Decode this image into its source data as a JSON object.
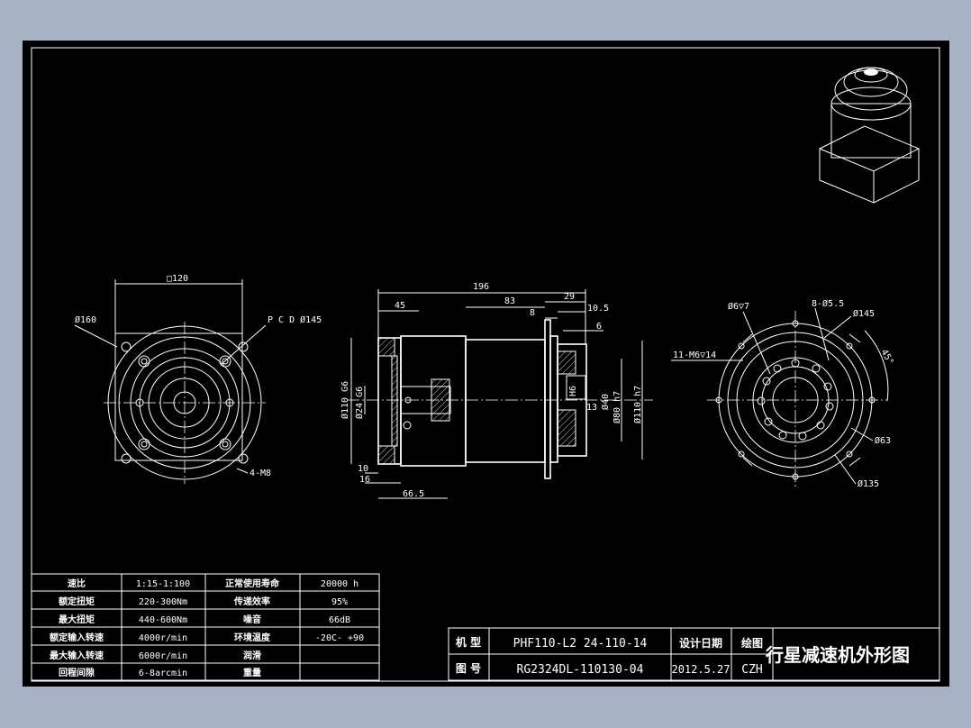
{
  "front_view": {
    "dim_square": "□120",
    "dim_dia_160": "Ø160",
    "dim_pcd": "P C D Ø145",
    "dim_holes": "4-M8"
  },
  "side_view": {
    "dim_196": "196",
    "dim_45": "45",
    "dim_83": "83",
    "dim_29": "29",
    "dim_8": "8",
    "dim_10_5": "10.5",
    "dim_6": "6",
    "dim_110_g6": "Ø110 G6",
    "dim_24_g6": "Ø24 G6",
    "dim_h6": "H6",
    "dim_40": "Ø40",
    "dim_80_h7": "Ø80 h7",
    "dim_110_h7": "Ø110 h7",
    "dim_13": "13",
    "dim_10": "10",
    "dim_16": "16",
    "dim_66_5": "66.5"
  },
  "rear_view": {
    "dim_6_depth7": "Ø6▽7",
    "dim_8_55": "8-Ø5.5",
    "dim_145": "Ø145",
    "dim_11_m6": "11-M6▽14",
    "dim_45deg": "45°",
    "dim_63": "Ø63",
    "dim_135": "Ø135"
  },
  "spec_table": {
    "rows": [
      {
        "label1": "速比",
        "value1": "1:15-1:100",
        "label2": "正常使用寿命",
        "value2": "20000 h"
      },
      {
        "label1": "额定扭矩",
        "value1": "220-300Nm",
        "label2": "传递效率",
        "value2": "95%"
      },
      {
        "label1": "最大扭矩",
        "value1": "440-600Nm",
        "label2": "噪音",
        "value2": "66dB"
      },
      {
        "label1": "额定输入转速",
        "value1": "4000r/min",
        "label2": "环境温度",
        "value2": "-20C- +90"
      },
      {
        "label1": "最大输入转速",
        "value1": "6000r/min",
        "label2": "润滑",
        "value2": ""
      },
      {
        "label1": "回程间隙",
        "value1": "6-8arcmin",
        "label2": "重量",
        "value2": ""
      }
    ]
  },
  "title_block": {
    "model_label": "机 型",
    "model_value": "PHF110-L2 24-110-14",
    "drawing_no_label": "图 号",
    "drawing_no_value": "RG2324DL-110130-04",
    "design_date_label": "设计日期",
    "design_date_value": "2012.5.27",
    "drawn_label": "绘图",
    "drawn_value": "CZH",
    "title": "行星减速机外形图"
  }
}
